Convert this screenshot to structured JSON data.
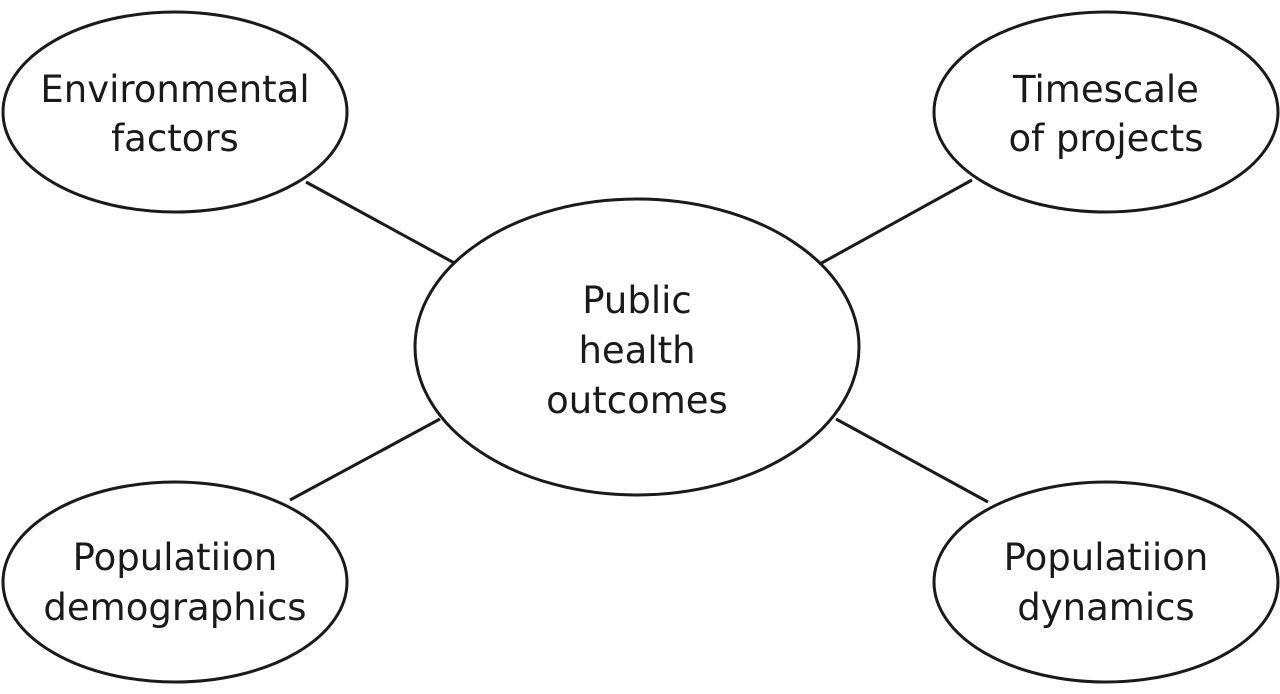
{
  "diagram": {
    "center": {
      "lines": [
        "Public",
        "health",
        "outcomes"
      ]
    },
    "nodes": [
      {
        "lines": [
          "Environmental",
          "factors"
        ]
      },
      {
        "lines": [
          "Timescale",
          "of projects"
        ]
      },
      {
        "lines": [
          "Populatiion",
          "demographics"
        ]
      },
      {
        "lines": [
          "Populatiion",
          "dynamics"
        ]
      }
    ]
  }
}
